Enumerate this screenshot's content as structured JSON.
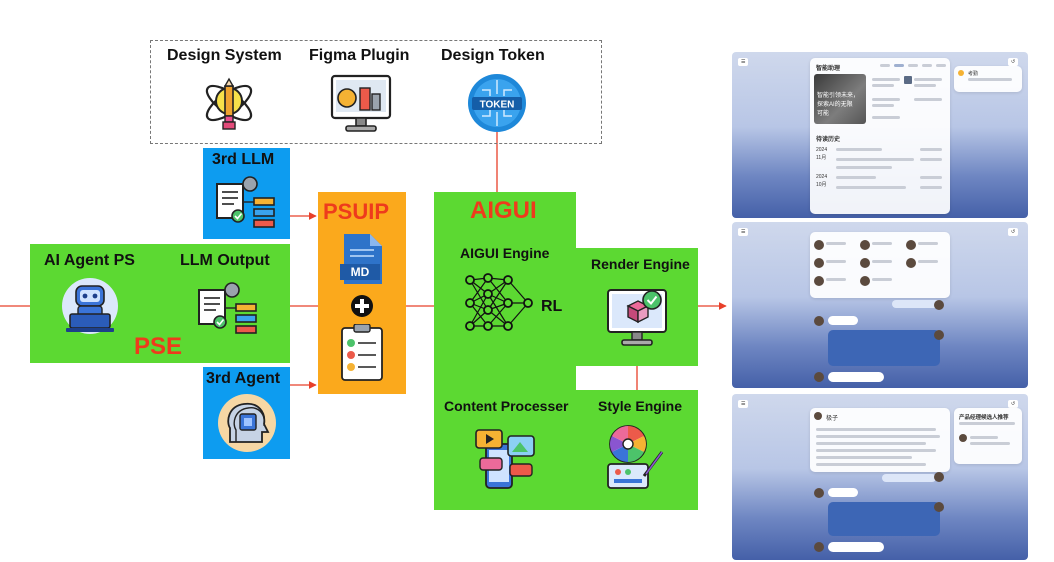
{
  "labels": {
    "design_system": "Design System",
    "figma_plugin": "Figma Plugin",
    "design_token": "Design Token",
    "token_badge": "TOKEN",
    "third_llm": "3rd LLM",
    "ai_agent_ps": "AI Agent PS",
    "llm_output": "LLM Output",
    "pse": "PSE",
    "third_agent": "3rd Agent",
    "psuip": "PSUIP",
    "md_badge": "MD",
    "aigui": "AIGUI",
    "aigui_engine": "AIGUI Engine",
    "rl": "RL",
    "render_engine": "Render Engine",
    "content_processer": "Content Processer",
    "style_engine": "Style Engine"
  },
  "colors": {
    "green": "#5cd932",
    "blue": "#0d9cf0",
    "orange": "#fba91c",
    "arrow_red": "#e8402a",
    "title_red": "#ee3b1c"
  },
  "icons": [
    "atom-pencil-icon",
    "monitor-design-icon",
    "token-chip-icon",
    "document-flow-icon",
    "robot-laptop-icon",
    "ai-head-icon",
    "markdown-file-icon",
    "plus-circle-icon",
    "checklist-icon",
    "neural-network-icon",
    "3d-monitor-icon",
    "media-content-icon",
    "color-palette-icon"
  ],
  "screenshots": {
    "shot1": {
      "title": "智能助理",
      "hero_text_1": "智能引领未来，",
      "hero_text_2": "探索AI的无限",
      "hero_text_3": "可能",
      "section": "待读历史",
      "year_1": "2024",
      "month_1": "11月",
      "year_2": "2024",
      "month_2": "10月",
      "note": "考勤"
    },
    "shot3": {
      "title": "极子",
      "side_title": "产品经理候选人推荐"
    }
  }
}
